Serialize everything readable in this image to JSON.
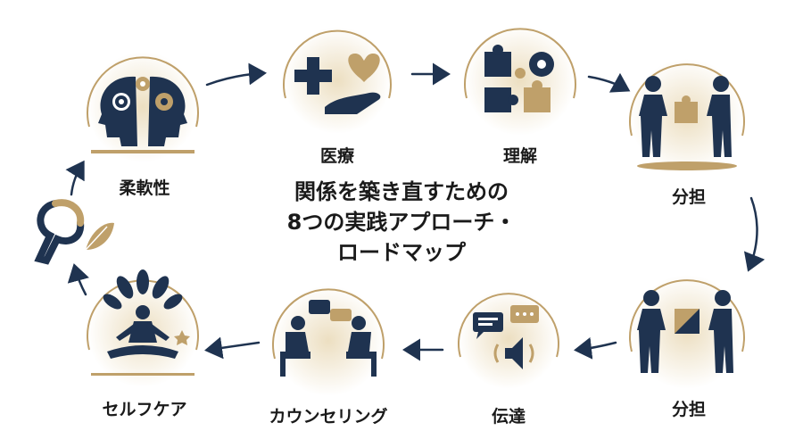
{
  "title": {
    "line1": "関係を築き直すための",
    "line2": "8つの実践アプローチ・",
    "line3": "ロードマップ"
  },
  "steps": [
    {
      "label": "柔軟性",
      "icon": "two-heads-gears-icon"
    },
    {
      "label": "医療",
      "icon": "cross-heart-hand-icon"
    },
    {
      "label": "理解",
      "icon": "puzzle-gears-icon"
    },
    {
      "label": "分担",
      "icon": "two-people-puzzle-icon"
    },
    {
      "label": "分担",
      "icon": "two-people-puzzle-piece-icon"
    },
    {
      "label": "伝達",
      "icon": "speech-bubbles-speaker-icon"
    },
    {
      "label": "カウンセリング",
      "icon": "counseling-chairs-icon"
    },
    {
      "label": "セルフケア",
      "icon": "meditation-tree-icon"
    }
  ],
  "ribbon": {
    "icon": "ribbon-leaf-icon"
  },
  "colors": {
    "navy": "#1f3350",
    "gold": "#bfa06a",
    "text": "#1a1a1a"
  }
}
